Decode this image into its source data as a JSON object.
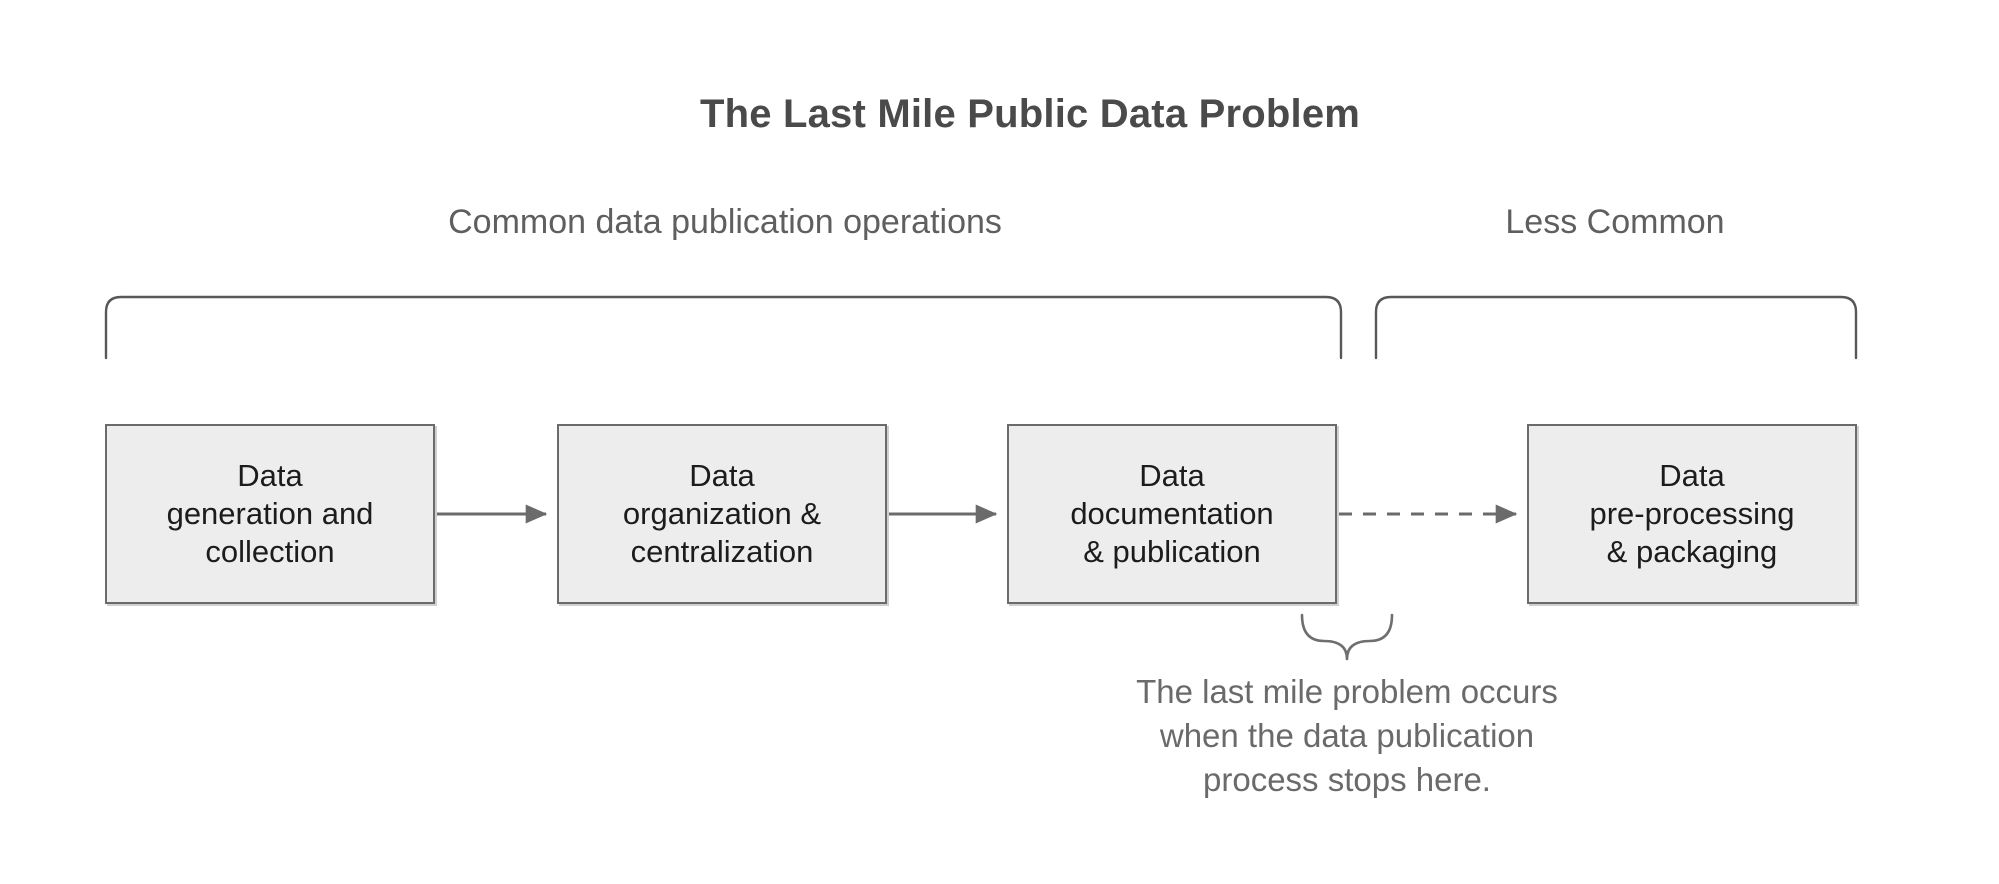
{
  "page": {
    "background_color": "#ffffff",
    "title": "The Last Mile Public Data Problem",
    "title_color": "#4a4a4a"
  },
  "groups": [
    {
      "id": "common",
      "label": "Common data publication operations",
      "bracket": "down-bracket",
      "color": "#5f5f5f"
    },
    {
      "id": "less-common",
      "label": "Less Common",
      "bracket": "down-bracket",
      "color": "#5f5f5f"
    }
  ],
  "flow": {
    "box_fill": "#ededed",
    "box_border": "#6b6b6b",
    "box_text_color": "#1c1c1c",
    "boxes": [
      {
        "id": "data-generation-and-collection",
        "label": "Data\ngeneration and\ncollection"
      },
      {
        "id": "data-organization-and-centralization",
        "label": "Data\norganization &\ncentralization"
      },
      {
        "id": "data-documentation-and-publication",
        "label": "Data\ndocumentation\n& publication"
      },
      {
        "id": "data-pre-processing-and-packaging",
        "label": "Data\npre-processing\n& packaging"
      }
    ],
    "connectors": [
      {
        "id": "connector-1",
        "from": "data-generation-and-collection",
        "to": "data-organization-and-centralization",
        "style": "solid",
        "arrowhead": "filled-triangle",
        "color": "#6b6b6b"
      },
      {
        "id": "connector-2",
        "from": "data-organization-and-centralization",
        "to": "data-documentation-and-publication",
        "style": "solid",
        "arrowhead": "filled-triangle",
        "color": "#6b6b6b"
      },
      {
        "id": "connector-3",
        "from": "data-documentation-and-publication",
        "to": "data-pre-processing-and-packaging",
        "style": "dashed",
        "arrowhead": "filled-triangle",
        "color": "#6b6b6b"
      }
    ]
  },
  "annotation": {
    "brace": "downward-curly-brace",
    "brace_target": "data-documentation-and-publication",
    "text": "The last mile problem occurs\nwhen the data publication\nprocess stops here.",
    "color": "#6a6a6a"
  }
}
